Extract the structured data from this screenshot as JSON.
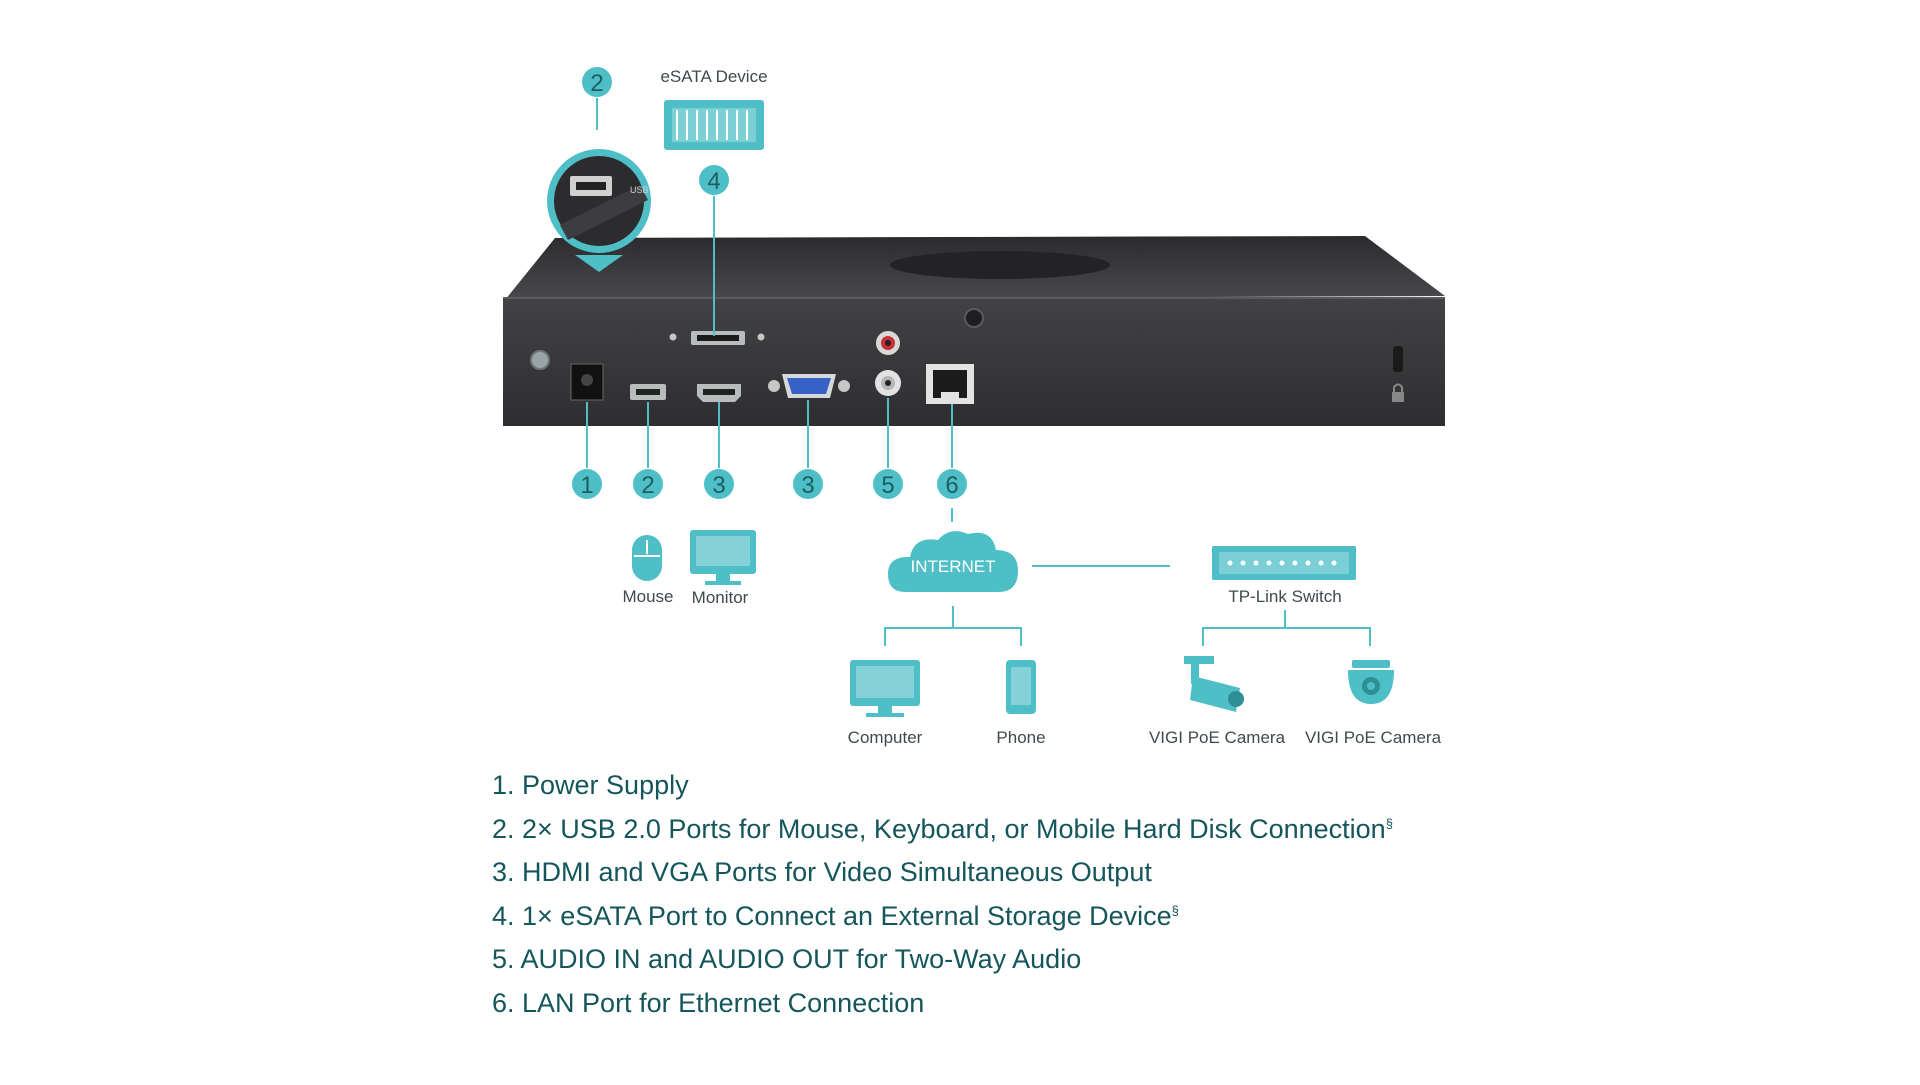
{
  "device": {
    "esata_device_label": "eSATA Device",
    "usb_zoom_label": "USB",
    "callouts": [
      "1",
      "2",
      "2",
      "3",
      "3",
      "4",
      "5",
      "6"
    ]
  },
  "peripherals": {
    "mouse": "Mouse",
    "monitor": "Monitor"
  },
  "network": {
    "internet": "INTERNET",
    "switch": "TP-Link Switch",
    "computer": "Computer",
    "phone": "Phone",
    "camera_1": "VIGI PoE Camera",
    "camera_2": "VIGI PoE Camera"
  },
  "features": [
    {
      "text": "1. Power Supply",
      "mark": ""
    },
    {
      "text": "2. 2× USB 2.0 Ports for Mouse, Keyboard, or Mobile Hard Disk Connection",
      "mark": "§"
    },
    {
      "text": "3. HDMI and VGA Ports for Video Simultaneous Output",
      "mark": ""
    },
    {
      "text": "4. 1× eSATA Port to Connect an External Storage Device",
      "mark": "§"
    },
    {
      "text": "5. AUDIO IN and AUDIO OUT for Two-Way Audio",
      "mark": ""
    },
    {
      "text": "6. LAN Port for Ethernet Connection",
      "mark": ""
    }
  ],
  "colors": {
    "accent": "#4fbfc7",
    "accent_dark": "#1d5e63",
    "text": "#15565b",
    "device_body": "#3a3a3c"
  },
  "icons": [
    "usb-icon",
    "esata-drive-icon",
    "mouse-icon",
    "monitor-icon",
    "cloud-icon",
    "switch-icon",
    "computer-icon",
    "phone-icon",
    "bullet-camera-icon",
    "dome-camera-icon"
  ]
}
